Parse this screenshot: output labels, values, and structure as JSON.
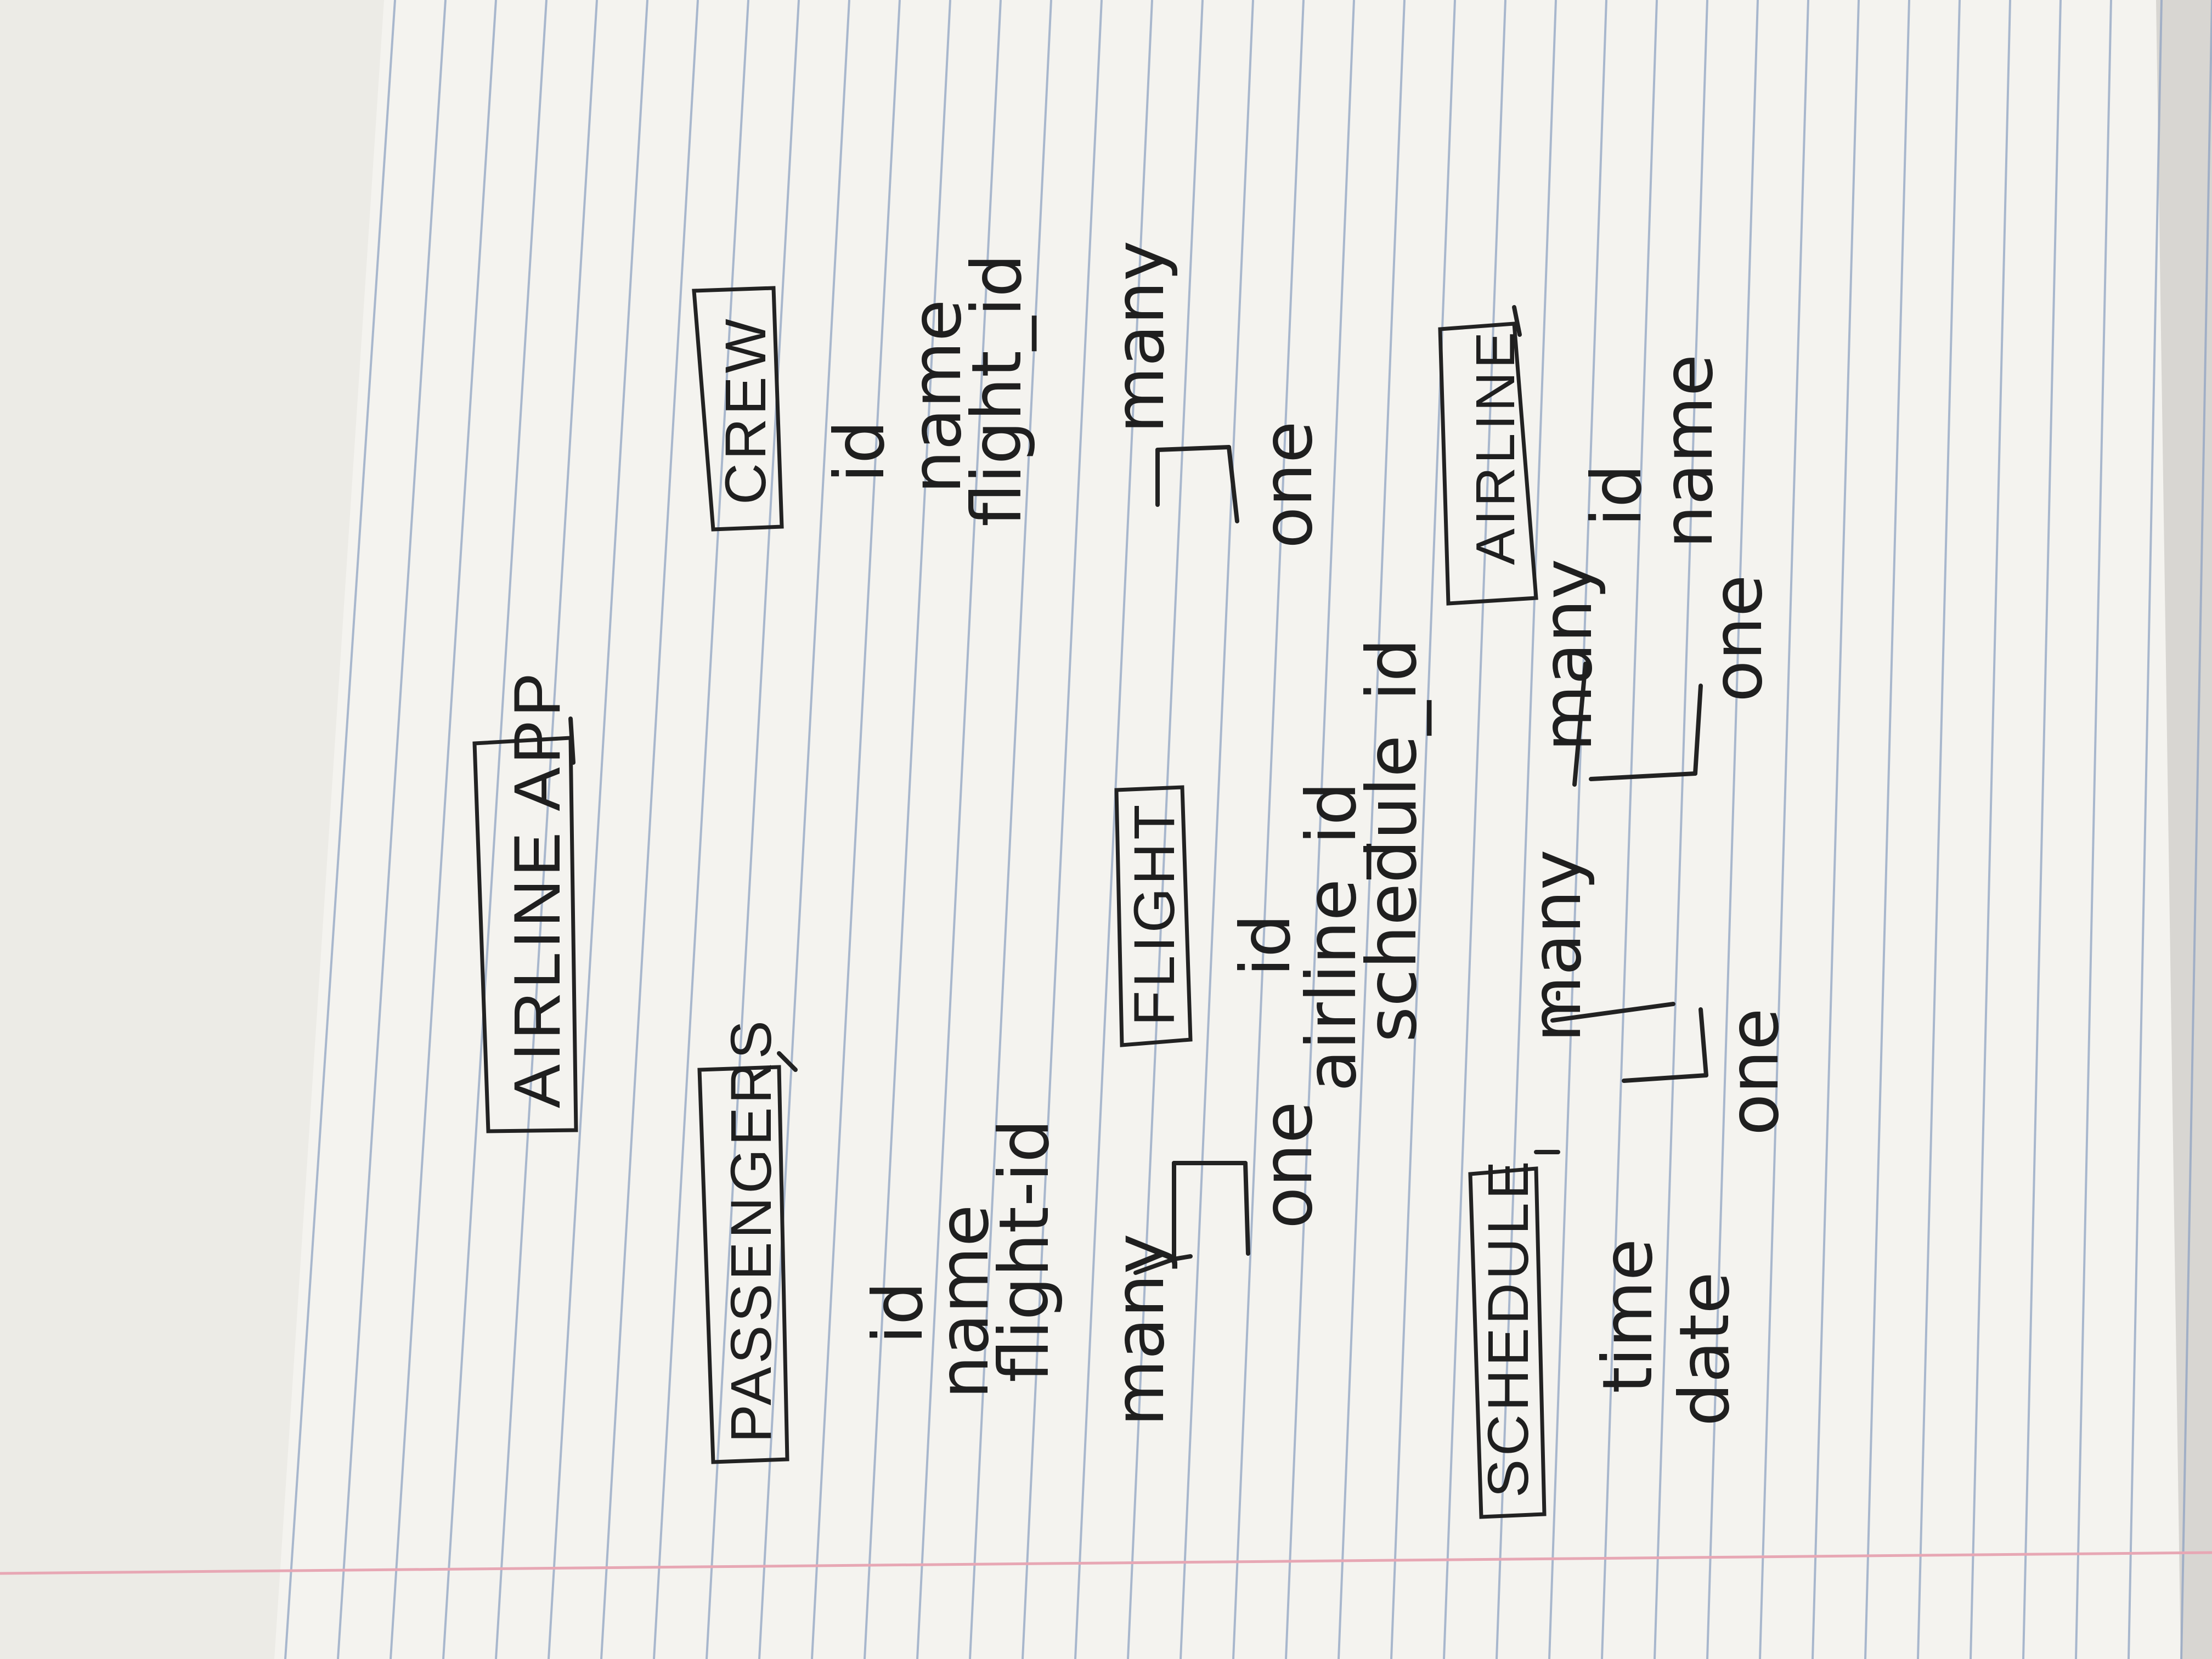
{
  "colors": {
    "paper": "#f4f3ef",
    "rule_line": "#8fa3c2",
    "margin_line": "#e7a7b4",
    "ink": "#1f1f1f",
    "background": "#c9c7c3"
  },
  "diagram": {
    "title": "AIRLINE APP",
    "entities": {
      "passengers": {
        "label": "PASSENGERS",
        "fields": [
          "id",
          "name",
          "flight-id"
        ]
      },
      "crew": {
        "label": "CREW",
        "fields": [
          "id",
          "name",
          "flight_id"
        ]
      },
      "flight": {
        "label": "FLIGHT",
        "fields": [
          "id",
          "airline_id",
          "schedule_id"
        ]
      },
      "schedule": {
        "label": "SCHEDULE",
        "fields": [
          "time",
          "date"
        ]
      },
      "airline": {
        "label": "AIRLINE",
        "fields": [
          "id",
          "name"
        ]
      }
    },
    "relations": {
      "passengers_flight": {
        "from": "many",
        "to": "one"
      },
      "crew_flight": {
        "from": "many",
        "to": "one"
      },
      "flight_schedule": {
        "from": "many",
        "to": "one"
      },
      "flight_airline": {
        "from": "many",
        "to": "one"
      }
    }
  }
}
